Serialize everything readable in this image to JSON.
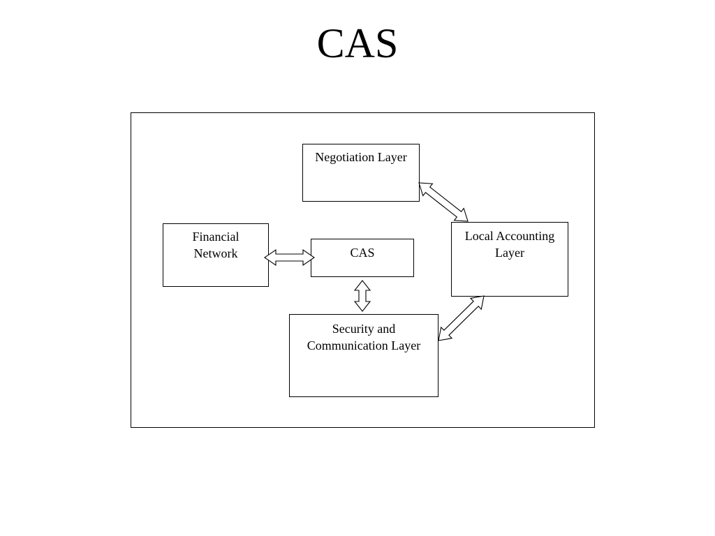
{
  "slide": {
    "title": "CAS"
  },
  "diagram": {
    "boxes": {
      "negotiation": "Negotiation Layer",
      "financial": "Financial\nNetwork",
      "cas": "CAS",
      "local_accounting": "Local Accounting\nLayer",
      "security": "Security and\nCommunication Layer"
    },
    "connections": [
      {
        "from": "financial",
        "to": "cas",
        "style": "double-arrow"
      },
      {
        "from": "cas",
        "to": "security",
        "style": "double-arrow"
      },
      {
        "from": "negotiation",
        "to": "local_accounting",
        "style": "double-arrow"
      },
      {
        "from": "security",
        "to": "local_accounting",
        "style": "double-arrow"
      }
    ]
  }
}
